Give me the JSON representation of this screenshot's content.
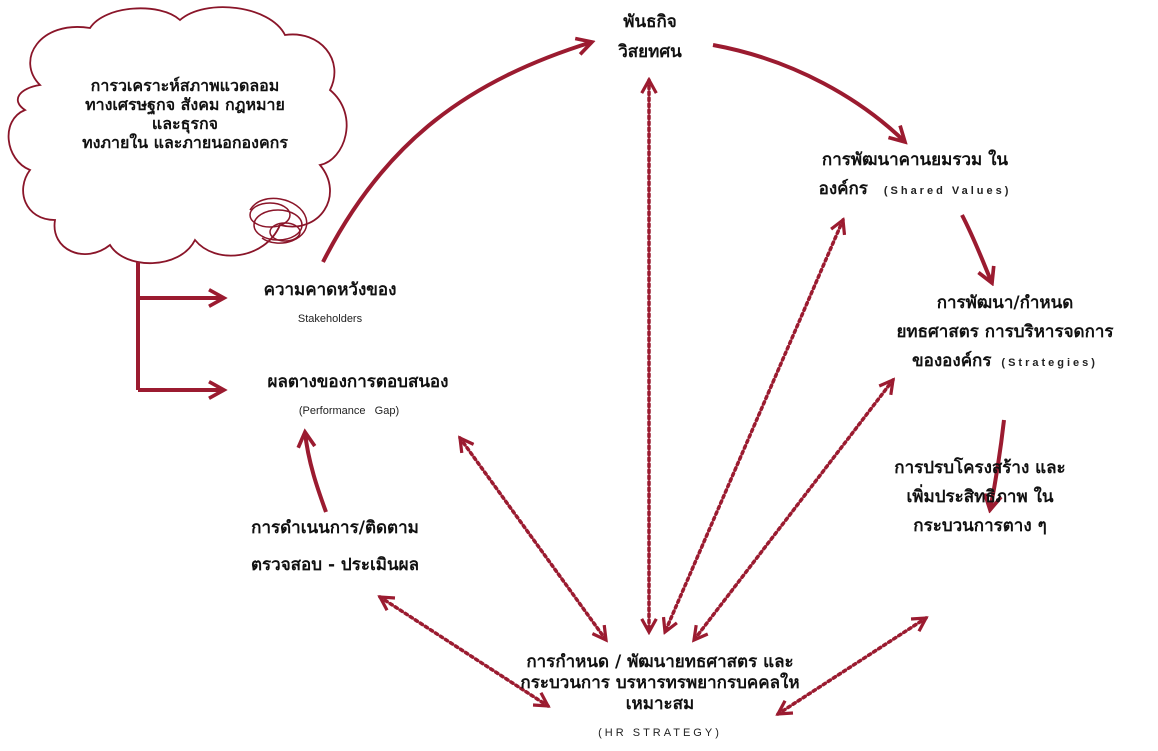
{
  "colors": {
    "arrow": "#9b1b30",
    "text": "#111111",
    "cloud": "#8a1529"
  },
  "icons": [
    "scribble-loops-icon"
  ],
  "cloud": {
    "lines": [
      "การวเคราะห์สภาพแวดลอม",
      "ทางเศรษฐกจ   สังคม กฎหมาย",
      "และธุรกจ",
      "ทงภายใน  และภายนอกองคกร"
    ]
  },
  "nodes": {
    "mission": {
      "line1": "พันธกิจ",
      "line2": "วิสยทศน"
    },
    "shared_values": {
      "line1": "การพัฒนาคานยมรวม ใน",
      "line2": "องค์กร",
      "en": "(Shared Values)"
    },
    "strategies": {
      "line1": "การพัฒนา/กำหนด",
      "line2": "ยทธศาสตร การบริหารจดการ",
      "line3": "ขององค์กร",
      "en": "(Strategies)"
    },
    "restructure": {
      "line1": "การปรบโครงสร้าง และ",
      "line2": "เพิ่มประสิทธิภาพ ใน",
      "line3": "กระบวนการตาง ๆ"
    },
    "expectations": {
      "line1": "ความคาดหวังของ",
      "en": "Stakeholders"
    },
    "gap": {
      "line1": "ผลตางของการตอบสนอง",
      "en": "(Performance   Gap)"
    },
    "operation": {
      "line1": "การดำเนนการ/ติดตาม",
      "line2": "ตรวจสอบ - ประเมินผล"
    },
    "hr": {
      "line1": "การกำหนด / พัฒนายทธศาสตร และ",
      "line2": "กระบวนการ บรหารทรพยากรบคคลให",
      "line3": "เหมาะสม",
      "en": "(HR STRATEGY)"
    }
  }
}
